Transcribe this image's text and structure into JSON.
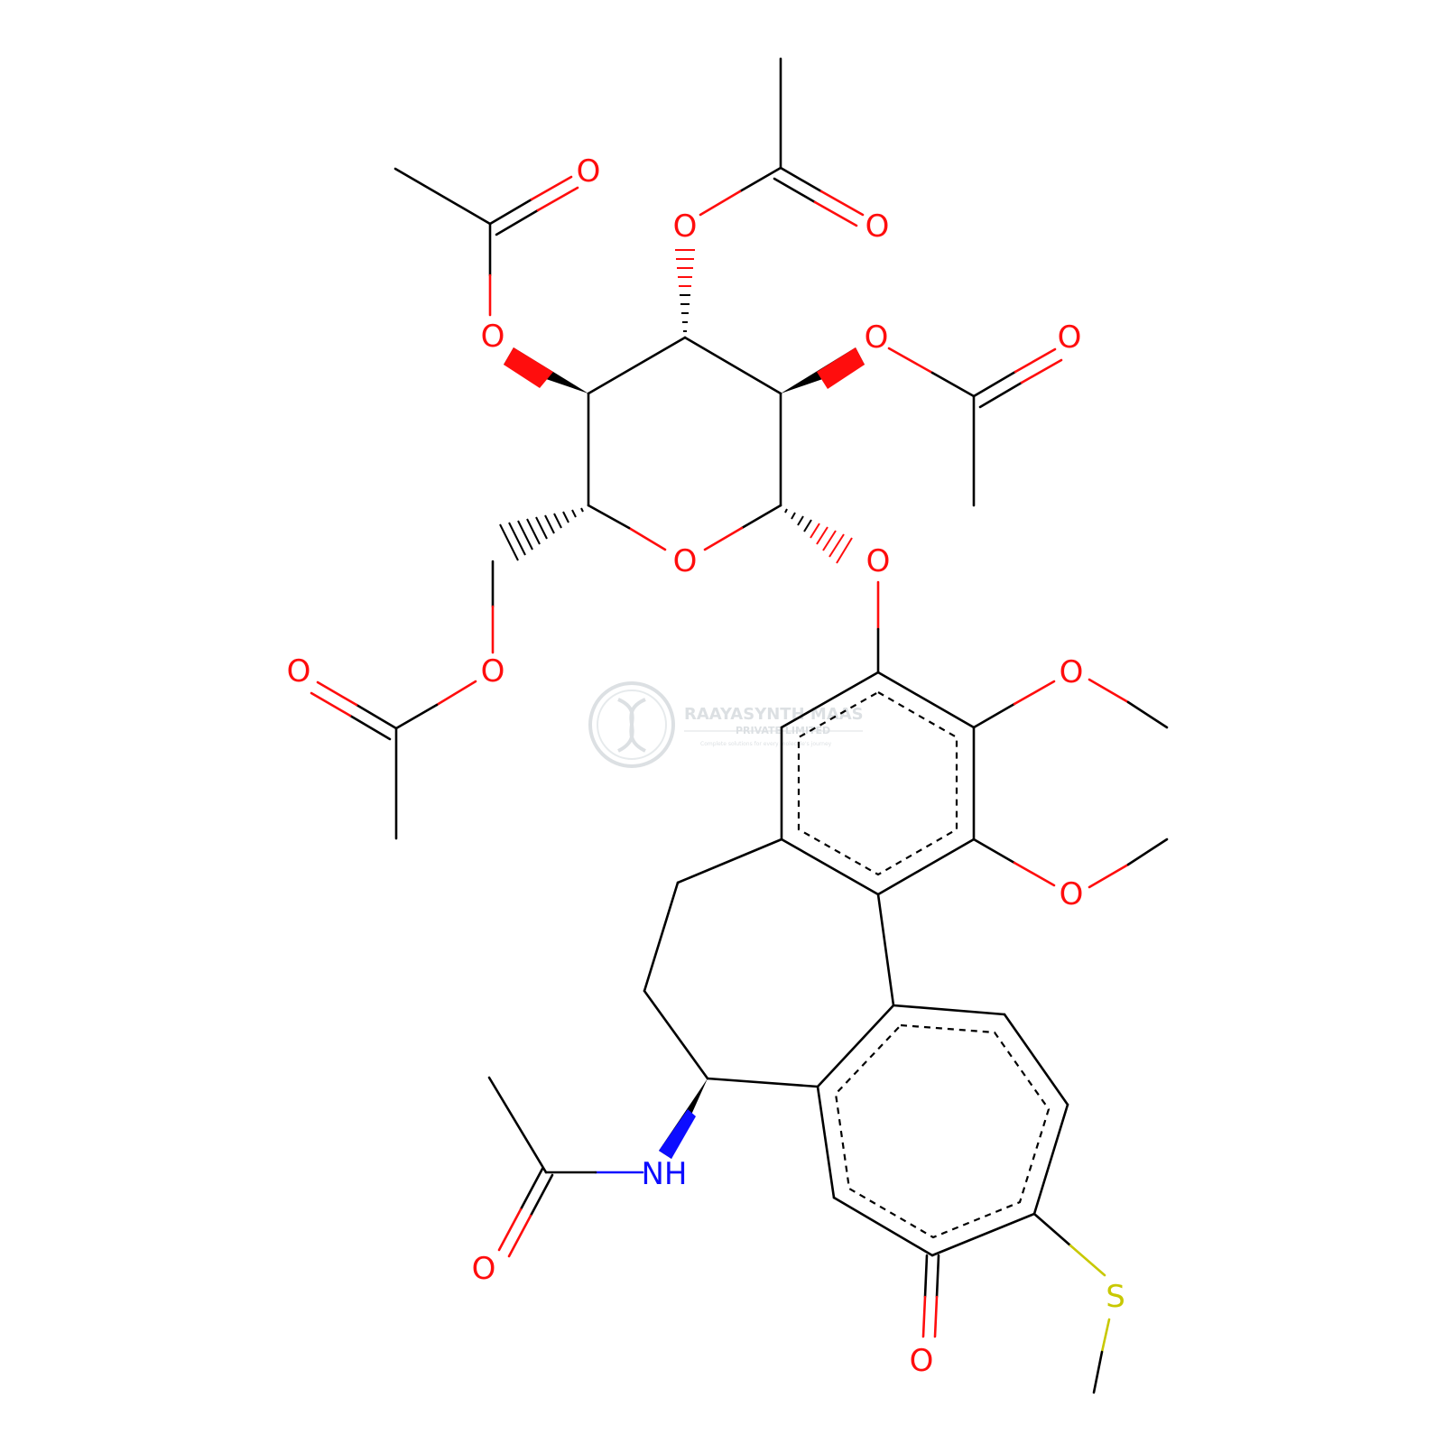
{
  "structure": {
    "atom_labels": {
      "o_acetyl_top_left_carbonyl": "O",
      "o_acetyl_top_right_carbonyl": "O",
      "o_ester_c3": "O",
      "o_ester_c4": "O",
      "o_ester_c2": "O",
      "o_acetyl_right_carbonyl": "O",
      "o_ring": "O",
      "o_glycosidic": "O",
      "o_ester_c6": "O",
      "o_acetyl_left_carbonyl": "O",
      "o_methoxy_upper": "O",
      "o_methoxy_lower": "O",
      "n_amide": "NH",
      "o_amide_carbonyl": "O",
      "s_methylthio": "S",
      "o_tropolone_carbonyl": "O"
    },
    "atom_colors": {
      "carbon": "#000000",
      "oxygen": "#ff0d0d",
      "nitrogen": "#0d0dff",
      "sulfur": "#c8c800"
    }
  },
  "watermark": {
    "title": "RAAYASYNTH MAAS",
    "subtitle": "PRIVATE LIMITED",
    "tagline": "Complete solutions for every molecule's journey",
    "color": "#d9dde0"
  }
}
